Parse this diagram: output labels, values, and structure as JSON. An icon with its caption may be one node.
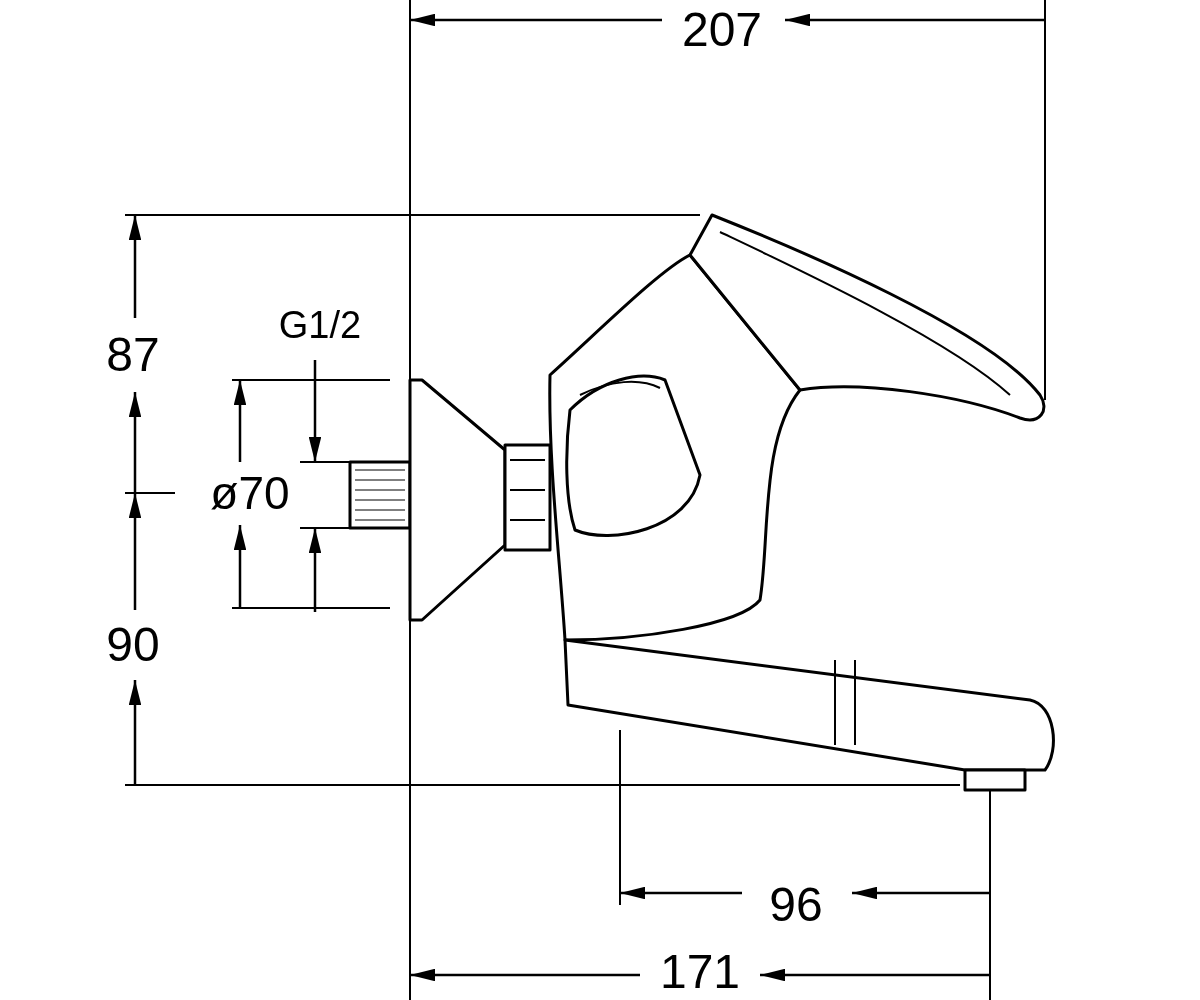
{
  "diagram": {
    "labels": [
      "207",
      "87",
      "G1/2",
      "ø70",
      "90",
      "96",
      "171"
    ]
  }
}
